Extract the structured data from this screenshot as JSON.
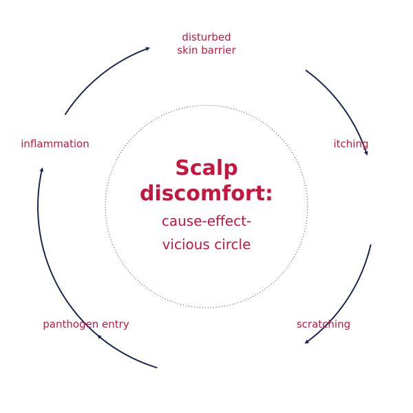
{
  "colors": {
    "text": "#c4163f",
    "arrow": "#1b2550",
    "inner_circle": "#555555",
    "background": "#ffffff"
  },
  "center": {
    "title_lines": [
      "Scalp",
      "discomfort:"
    ],
    "subtitle_lines": [
      "cause-effect-",
      "vicious circle"
    ]
  },
  "stages": [
    {
      "id": "disturbed-skin-barrier",
      "lines": [
        "disturbed",
        "skin barrier"
      ]
    },
    {
      "id": "itching",
      "lines": [
        "itching"
      ]
    },
    {
      "id": "scratching",
      "lines": [
        "scratching"
      ]
    },
    {
      "id": "panthogen-entry",
      "lines": [
        "panthogen entry"
      ]
    },
    {
      "id": "inflammation",
      "lines": [
        "inflammation"
      ]
    }
  ],
  "cycle": {
    "direction": "clockwise",
    "arrows": [
      {
        "from": "disturbed-skin-barrier",
        "to": "itching",
        "icon": "arrowhead"
      },
      {
        "from": "itching",
        "to": "scratching",
        "icon": "arrowhead"
      },
      {
        "from": "scratching",
        "to": "panthogen-entry",
        "icon": "arrowhead"
      },
      {
        "from": "panthogen-entry",
        "to": "inflammation",
        "icon": "arrowhead"
      },
      {
        "from": "inflammation",
        "to": "disturbed-skin-barrier",
        "icon": "arrowhead"
      }
    ],
    "inner_circle_style": "dotted"
  }
}
